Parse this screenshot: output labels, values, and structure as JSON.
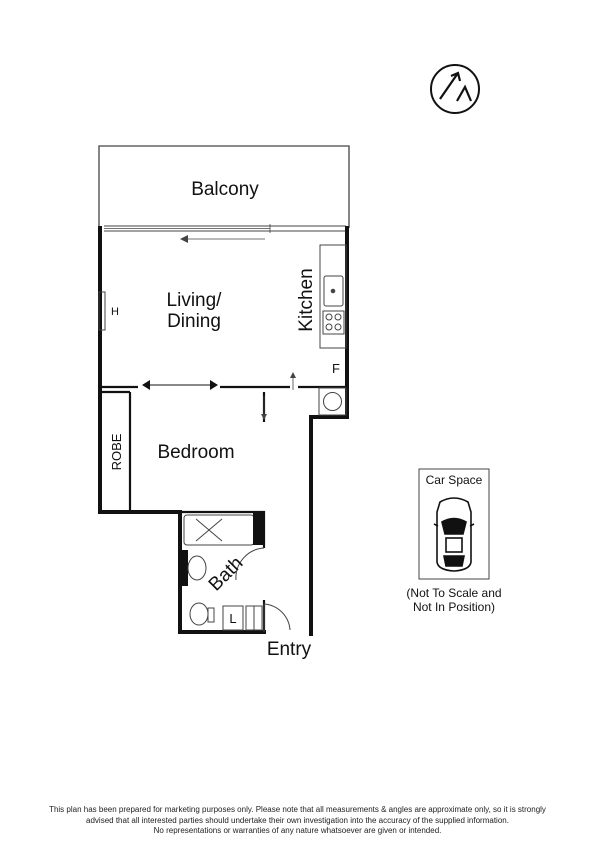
{
  "rooms": {
    "balcony": "Balcony",
    "living_line1": "Living/",
    "living_line2": "Dining",
    "kitchen": "Kitchen",
    "fridge": "F",
    "heater": "H",
    "robe": "ROBE",
    "bedroom": "Bedroom",
    "bath": "Bath",
    "laundry": "L",
    "entry": "Entry"
  },
  "car_space": {
    "title": "Car Space",
    "note_line1": "(Not To Scale and",
    "note_line2": "Not In Position)"
  },
  "disclaimer": [
    "This plan has been prepared for marketing purposes only. Please note that all measurements & angles are approximate only, so it is strongly",
    "advised that all interested parties should undertake their own investigation into the accuracy of the supplied information.",
    "No representations or warranties of any nature whatsoever are given or intended."
  ],
  "compass_icon": "north-arrow-icon"
}
